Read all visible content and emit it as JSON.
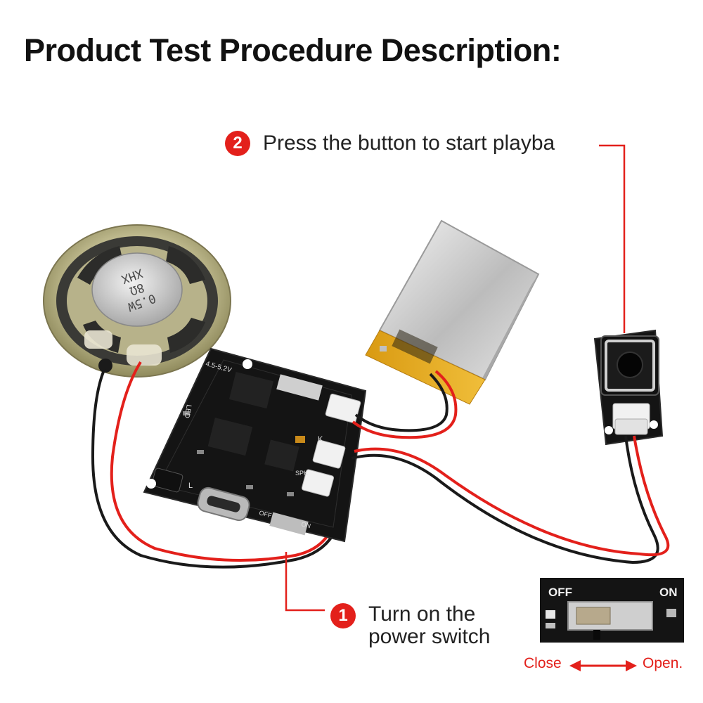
{
  "title": "Product Test Procedure Description:",
  "steps": [
    {
      "number": "1",
      "line1": "Turn on the",
      "line2": "power switch"
    },
    {
      "number": "2",
      "text": "Press the button to start playba"
    }
  ],
  "speaker_marking": {
    "line1": "XHX",
    "line2": "8Ω",
    "line3": "0.5W"
  },
  "board_labels": {
    "voltage": "4.5-5.2V",
    "led": "LED",
    "l": "L",
    "k": "K",
    "spk": "SPK",
    "off": "OFF",
    "on": "ON"
  },
  "inset": {
    "off_label": "OFF",
    "on_label": "ON"
  },
  "switch_states": {
    "close": "Close",
    "open": "Open."
  },
  "colors": {
    "accent_red": "#e3201b",
    "board": "#141414",
    "wire_red": "#e3201b",
    "wire_black": "#1a1a1a"
  }
}
